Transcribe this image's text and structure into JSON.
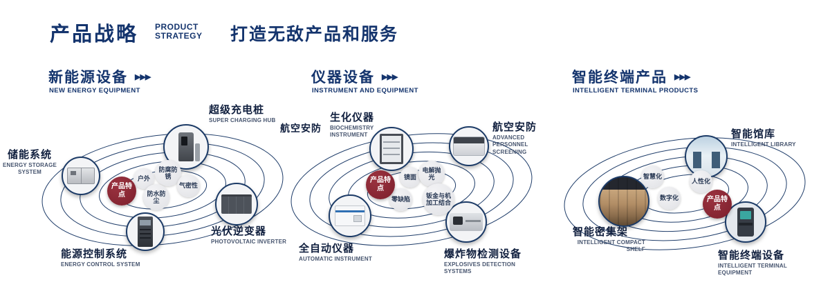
{
  "misc": {
    "arrows": "▶▶▶"
  },
  "colors": {
    "navy": "#14346d",
    "maroon": "#7c1f2c",
    "bubble_gray": "#e6e7ea",
    "orbit_line": "#1e3c69"
  },
  "header": {
    "title_cn": "产品战略",
    "title_en_line1": "PRODUCT",
    "title_en_line2": "STRATEGY",
    "slogan": "打造无敌产品和服务"
  },
  "sections": [
    {
      "title_cn": "新能源设备",
      "title_en": "NEW ENERGY EQUIPMENT",
      "feature_label": "产品特点",
      "features": [
        "户外",
        "防腐防锈",
        "气密性",
        "防水防尘"
      ],
      "products": [
        {
          "name_cn": "超级充电桩",
          "name_en": "SUPER CHARGING HUB"
        },
        {
          "name_cn": "储能系统",
          "name_en": "ENERGY STORAGE SYSTEM"
        },
        {
          "name_cn": "光伏逆变器",
          "name_en": "PHOTOVOLTAIC INVERTER"
        },
        {
          "name_cn": "能源控制系统",
          "name_en": "ENERGY CONTROL SYSTEM"
        }
      ]
    },
    {
      "title_cn": "仪器设备",
      "title_en": "INSTRUMENT AND EQUIPMENT",
      "side_label": "航空安防",
      "feature_label": "产品特点",
      "features": [
        "镜面",
        "电解抛光",
        "零缺陷",
        "钣金与机加工结合"
      ],
      "products": [
        {
          "name_cn": "生化仪器",
          "name_en": "BIOCHEMISTRY INSTRUMENT"
        },
        {
          "name_cn": "航空安防",
          "name_en": "ADVANCED PERSONNEL SCREENING"
        },
        {
          "name_cn": "全自动仪器",
          "name_en": "AUTOMATIC INSTRUMENT"
        },
        {
          "name_cn": "爆炸物检测设备",
          "name_en": "EXPLOSIVES DETECTION SYSTEMS"
        }
      ]
    },
    {
      "title_cn": "智能终端产品",
      "title_en": "INTELLIGENT TERMINAL PRODUCTS",
      "feature_label": "产品特点",
      "features": [
        "智慧化",
        "人性化",
        "数字化"
      ],
      "products": [
        {
          "name_cn": "智能馆库",
          "name_en": "INTELLIGENT LIBRARY"
        },
        {
          "name_cn": "智能密集架",
          "name_en": "INTELLIGENT COMPACT SHELF"
        },
        {
          "name_cn": "智能终端设备",
          "name_en": "INTELLIGENT TERMINAL EQUIPMENT"
        }
      ]
    }
  ]
}
